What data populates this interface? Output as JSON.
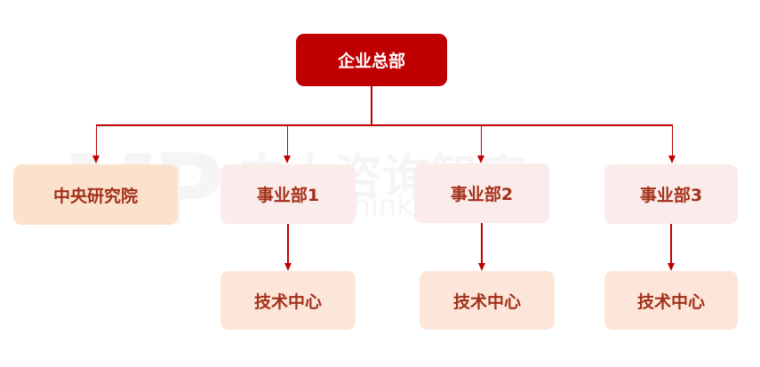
{
  "root": {
    "label": "企业总部"
  },
  "level2": [
    {
      "label": "中央研究院"
    },
    {
      "label": "事业部1"
    },
    {
      "label": "事业部2"
    },
    {
      "label": "事业部3"
    }
  ],
  "level3": [
    {
      "label": "技术中心",
      "parent": "事业部1"
    },
    {
      "label": "技术中心",
      "parent": "事业部2"
    },
    {
      "label": "技术中心",
      "parent": "事业部3"
    }
  ],
  "watermark": {
    "logo": "MP",
    "name": "中大咨询智库",
    "subtitle": "Social Think Tank"
  },
  "colors": {
    "root": "#c00000",
    "connector": "#c00000",
    "text": "#a3301a"
  }
}
